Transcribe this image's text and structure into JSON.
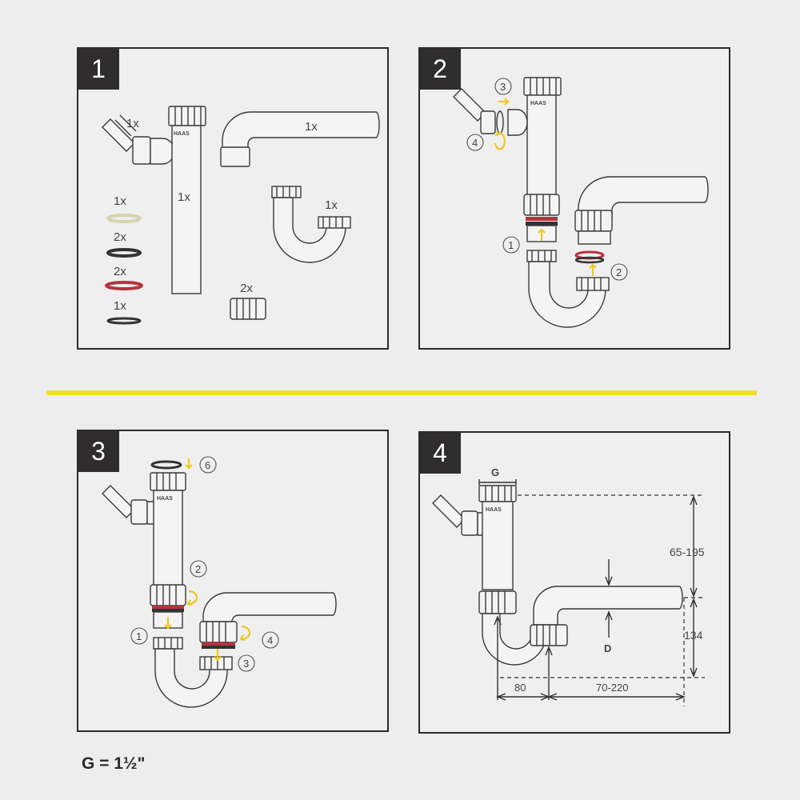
{
  "steps": [
    {
      "number": "1",
      "parts": [
        {
          "qty": "1x",
          "part": "side-inlet"
        },
        {
          "qty": "1x",
          "part": "straight-pipe"
        },
        {
          "qty": "1x",
          "part": "elbow-pipe"
        },
        {
          "qty": "1x",
          "part": "u-trap"
        },
        {
          "qty": "1x",
          "part": "beige-gasket"
        },
        {
          "qty": "2x",
          "part": "black-gasket"
        },
        {
          "qty": "2x",
          "part": "red-gasket"
        },
        {
          "qty": "1x",
          "part": "thin-black-gasket"
        },
        {
          "qty": "2x",
          "part": "nut"
        }
      ],
      "brand": "HAAS"
    },
    {
      "number": "2",
      "callouts": [
        "1",
        "2",
        "3",
        "4"
      ],
      "brand": "HAAS"
    },
    {
      "number": "3",
      "callouts": [
        "1",
        "2",
        "3",
        "4",
        "6"
      ],
      "brand": "HAAS"
    },
    {
      "number": "4",
      "dimensions": {
        "g_label": "G",
        "height_range": "65-195",
        "outlet_height": "134",
        "diameter_label": "D",
        "offset": "80",
        "length_range": "70-220"
      },
      "brand": "HAAS"
    }
  ],
  "footer": {
    "text": "G = 1½\""
  },
  "colors": {
    "badge": "#2f2d2d",
    "divider": "#f0de2a",
    "arrow": "#f0c81e",
    "red_gasket": "#b5333d",
    "beige_gasket": "#d8d2b0"
  }
}
